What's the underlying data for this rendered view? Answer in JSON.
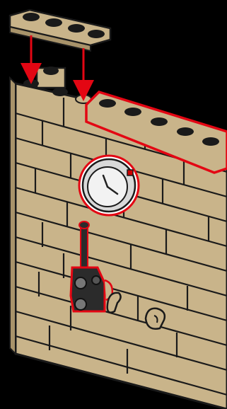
{
  "illustration": {
    "background_color": "#000000",
    "brick_color": "#c9b48a",
    "brick_shadow_color": "#a8936a",
    "outline_color": "#1a1a1a",
    "highlight_color": "#e30613",
    "parts_shown": [
      "tan-plate-1x4",
      "tan-plate-1x6",
      "clock-tile-round",
      "antenna-with-clip",
      "clip-hook",
      "clip-hook"
    ],
    "clock": {
      "face_color": "#f2f2f2",
      "rim_color": "#d9d9d9",
      "hands_color": "#222222"
    },
    "antenna": {
      "color": "#2b2b2b"
    }
  }
}
